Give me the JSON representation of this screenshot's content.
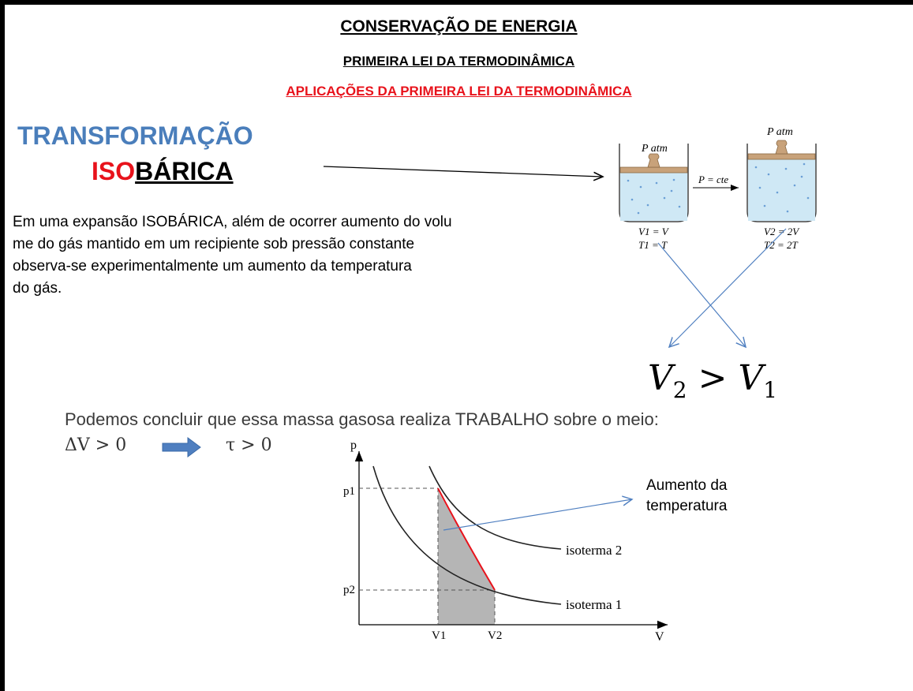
{
  "header": {
    "title": "CONSERVAÇÃO DE ENERGIA",
    "subtitle": "PRIMEIRA LEI DA TERMODINÂMICA",
    "section": "APLICAÇÕES DA PRIMEIRA LEI DA TERMODINÂMICA"
  },
  "topic": {
    "line1": "TRANSFORMAÇÃO",
    "prefix": "ISO",
    "suffix": "BÁRICA"
  },
  "paragraph": [
    "Em uma expansão ISOBÁRICA, além de ocorrer aumento do volu",
    "me do gás mantido em um recipiente sob pressão constante",
    "observa-se experimentalmente um aumento da temperatura",
    "do gás."
  ],
  "cylinders": {
    "p_atm": "P atm",
    "p_const": "P = cte",
    "v1": "V1 = V",
    "t1": "T1 = T",
    "v2": "V2 = 2V",
    "t2": "T2 = 2T"
  },
  "inequality": {
    "lhs": "V",
    "lhs_sub": "2",
    "op": " > ",
    "rhs": "V",
    "rhs_sub": "1"
  },
  "conclusion": {
    "text": "Podemos concluir que essa massa gasosa realiza TRABALHO sobre o meio:",
    "delta_v": "ΔV > 0",
    "tau": "τ > 0"
  },
  "graph": {
    "y_axis": "p",
    "x_axis": "V",
    "p1": "p1",
    "p2": "p2",
    "v1": "V1",
    "v2": "V2",
    "iso2": "isoterma 2",
    "iso1": "isoterma 1",
    "annotation_line1": "Aumento da",
    "annotation_line2": "temperatura",
    "colors": {
      "path": "#e8121b",
      "area": "#b5b5b5",
      "arrow": "#4f7fc0"
    }
  }
}
